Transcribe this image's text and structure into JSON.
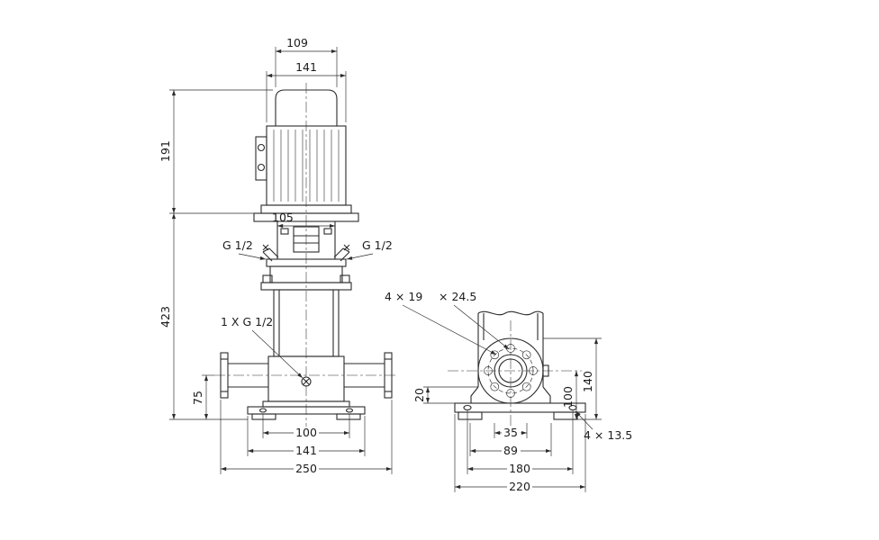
{
  "front_view": {
    "dims": {
      "fan_cover_width": "109",
      "motor_width": "141",
      "motor_height": "191",
      "head_width": "105",
      "port_left": "G 1/2",
      "port_right": "G 1/2",
      "pump_height": "423",
      "drain_port": "1 X G 1/2",
      "port_center_height": "75",
      "base_hole_spacing": "100",
      "base_width": "141",
      "port_to_port": "250"
    }
  },
  "side_view": {
    "dims": {
      "flange_holes": "4 × 19",
      "counterbore": "× 24.5",
      "foot_height": "20",
      "port_height": "100",
      "flange_height": "140",
      "hole_spacing_35": "35",
      "hole_spacing_89": "89",
      "base_hole_spacing": "180",
      "base_length": "220",
      "base_holes": "4 × 13.5"
    }
  }
}
